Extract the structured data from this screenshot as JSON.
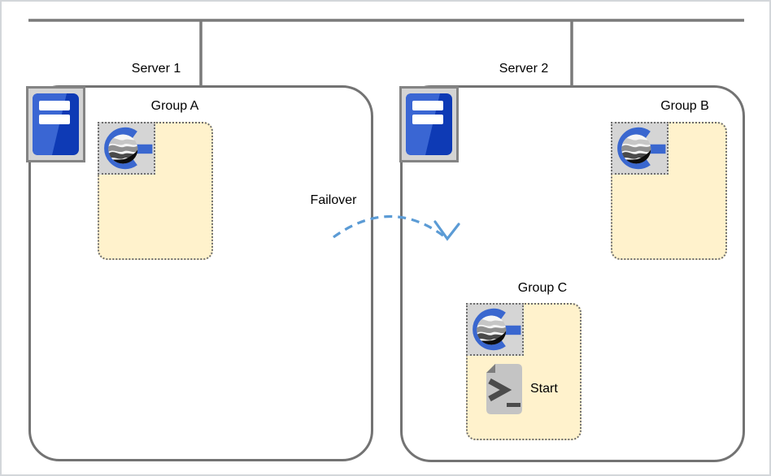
{
  "diagram": {
    "failover_label": "Failover",
    "servers": [
      {
        "label": "Server 1",
        "groups": [
          "Group A"
        ]
      },
      {
        "label": "Server 2",
        "groups": [
          "Group B",
          "Group C"
        ]
      }
    ],
    "groups": [
      {
        "label": "Group A",
        "server": "Server 1"
      },
      {
        "label": "Group B",
        "server": "Server 2"
      },
      {
        "label": "Group C",
        "server": "Server 2",
        "script_label": "Start"
      }
    ],
    "icons": {
      "server": "server-tower-icon",
      "group": "cluster-g-logo-icon",
      "script": "start-script-icon",
      "failover": "dashed-curved-arrow"
    }
  },
  "colors": {
    "frame_border": "#d3d6da",
    "line_gray": "#7a7a7a",
    "box_border": "#737373",
    "icon_frame_gray": "#d4d4d4",
    "icon_frame_border": "#848484",
    "group_fill": "#fff2cc",
    "dotted_border": "#6e6e6e",
    "icon_box_gray": "#d5d5d5",
    "arrow_blue": "#5b9bd5",
    "server_blue_dark": "#0e3ab5",
    "server_blue_light": "#3a66d3",
    "logo_blue": "#3a67cf",
    "page_gray": "#c4c4c4",
    "fold_gray": "#7d7d7d",
    "glyph_gray": "#4b4b4b"
  }
}
